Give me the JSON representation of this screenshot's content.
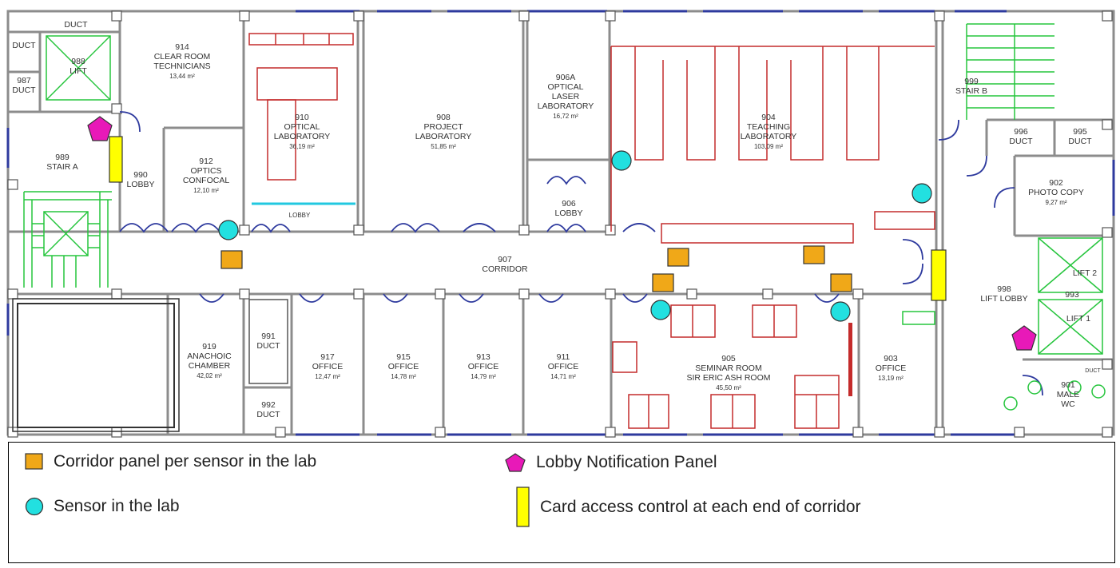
{
  "rooms": {
    "duct_top": "DUCT",
    "duct_left": "DUCT",
    "r987": [
      "987",
      "DUCT"
    ],
    "r988": [
      "988",
      "LIFT"
    ],
    "r989": [
      "989",
      "STAIR A"
    ],
    "r990": [
      "990",
      "LOBBY"
    ],
    "r914": [
      "914",
      "CLEAR ROOM",
      "TECHNICIANS",
      "13,44 m²"
    ],
    "r912": [
      "912",
      "OPTICS",
      "CONFOCAL",
      "12,10 m²"
    ],
    "r910": [
      "910",
      "OPTICAL",
      "LABORATORY",
      "36,19 m²"
    ],
    "lobby_910": "LOBBY",
    "r908": [
      "908",
      "PROJECT",
      "LABORATORY",
      "51,85 m²"
    ],
    "r906a": [
      "906A",
      "OPTICAL",
      "LASER",
      "LABORATORY",
      "16,72 m²"
    ],
    "r906": [
      "906",
      "LOBBY"
    ],
    "r904": [
      "904",
      "TEACHING",
      "LABORATORY",
      "103,09 m²"
    ],
    "r999": [
      "999",
      "STAIR B"
    ],
    "r996": [
      "996",
      "DUCT"
    ],
    "r995": [
      "995",
      "DUCT"
    ],
    "r902": [
      "902",
      "PHOTO COPY",
      "9,27 m²"
    ],
    "r907": [
      "907",
      "CORRIDOR"
    ],
    "r998": [
      "998",
      "LIFT LOBBY"
    ],
    "lift2": "LIFT 2",
    "r993": [
      "993",
      "LIFT 1"
    ],
    "r919": [
      "919",
      "ANACHOIC",
      "CHAMBER",
      "42,02 m²"
    ],
    "r991": [
      "991",
      "DUCT"
    ],
    "r992": [
      "992",
      "DUCT"
    ],
    "r917": [
      "917",
      "OFFICE",
      "12,47 m²"
    ],
    "r915": [
      "915",
      "OFFICE",
      "14,78 m²"
    ],
    "r913": [
      "913",
      "OFFICE",
      "14,79 m²"
    ],
    "r911": [
      "911",
      "OFFICE",
      "14,71 m²"
    ],
    "r905": [
      "905",
      "SEMINAR ROOM",
      "SIR ERIC ASH ROOM",
      "45,50 m²"
    ],
    "r903": [
      "903",
      "OFFICE",
      "13,19 m²"
    ],
    "r901": [
      "901",
      "MALE",
      "WC"
    ],
    "duct_small": "DUCT"
  },
  "legend": {
    "corridor_panel": "Corridor panel per sensor in the lab",
    "sensor": "Sensor in the lab",
    "lobby_panel": "Lobby Notification Panel",
    "card_access": "Card access control at each end of corridor"
  },
  "colors": {
    "corridor_panel": "#f0a818",
    "sensor": "#22e0e0",
    "lobby_panel": "#e819b8",
    "card_access": "#ffff00",
    "wall": "#8c8c8c",
    "window": "#2e3a9e",
    "furniture": "#c42b2b",
    "lift_stair": "#26c53d"
  }
}
